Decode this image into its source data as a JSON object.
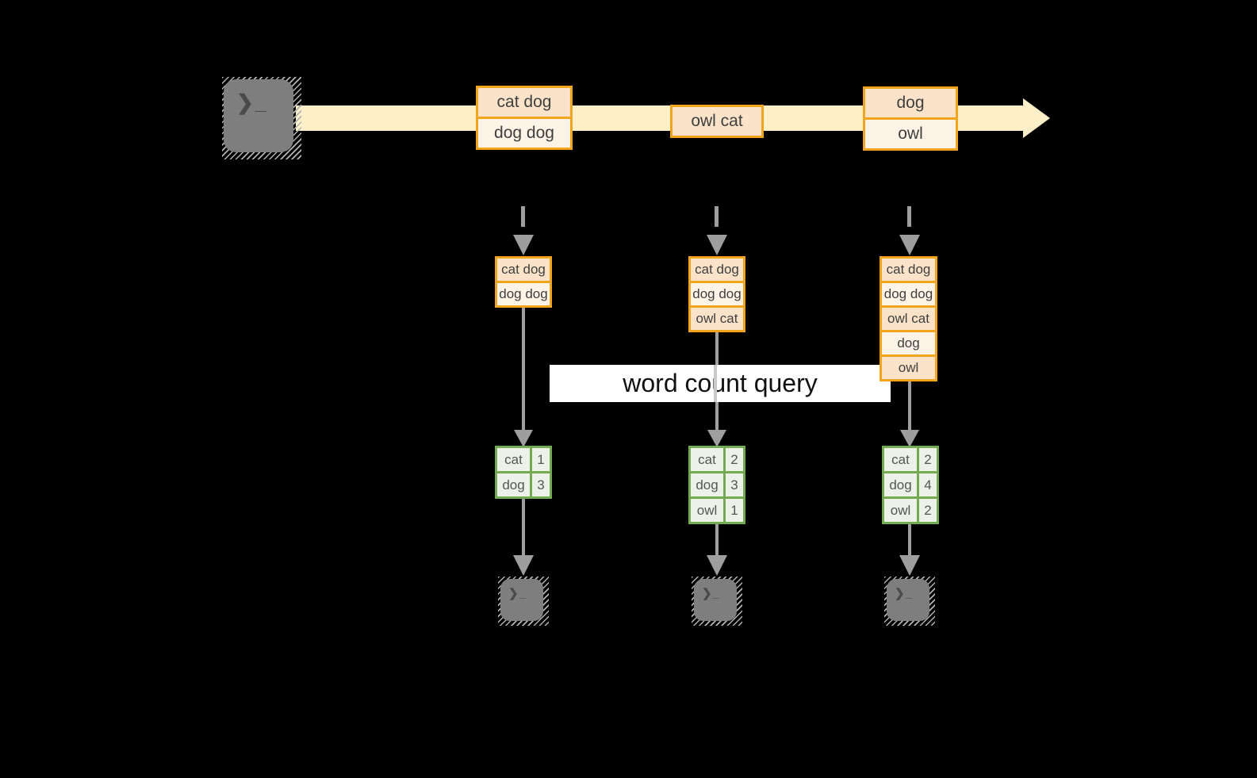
{
  "banner": {
    "label": "word count query"
  },
  "icons": {
    "terminal_glyph": "❯_",
    "source": "terminal-icon",
    "sinks": [
      "terminal-icon",
      "terminal-icon",
      "terminal-icon"
    ]
  },
  "stream_events": [
    {
      "lines": [
        "cat dog",
        "dog dog"
      ]
    },
    {
      "lines": [
        "owl cat"
      ]
    },
    {
      "lines": [
        "dog",
        "owl"
      ]
    }
  ],
  "columns": [
    {
      "inputs": [
        "cat dog",
        "dog dog"
      ],
      "counts": [
        {
          "word": "cat",
          "count": "1"
        },
        {
          "word": "dog",
          "count": "3"
        }
      ]
    },
    {
      "inputs": [
        "cat dog",
        "dog dog",
        "owl cat"
      ],
      "counts": [
        {
          "word": "cat",
          "count": "2"
        },
        {
          "word": "dog",
          "count": "3"
        },
        {
          "word": "owl",
          "count": "1"
        }
      ]
    },
    {
      "inputs": [
        "cat dog",
        "dog dog",
        "owl cat",
        "dog",
        "owl"
      ],
      "counts": [
        {
          "word": "cat",
          "count": "2"
        },
        {
          "word": "dog",
          "count": "4"
        },
        {
          "word": "owl",
          "count": "2"
        }
      ]
    }
  ],
  "colors": {
    "background": "#000000",
    "stream_band": "#fdf0c9",
    "event_border": "#f2a51a",
    "event_fill_a": "#fbe3c9",
    "event_fill_b": "#fdf3e6",
    "table_border": "#74ab52",
    "table_fill": "#edf2e9",
    "connector_gray": "#9e9e9e",
    "terminal_gray": "#7e7e7e",
    "banner_bg": "#ffffff"
  }
}
